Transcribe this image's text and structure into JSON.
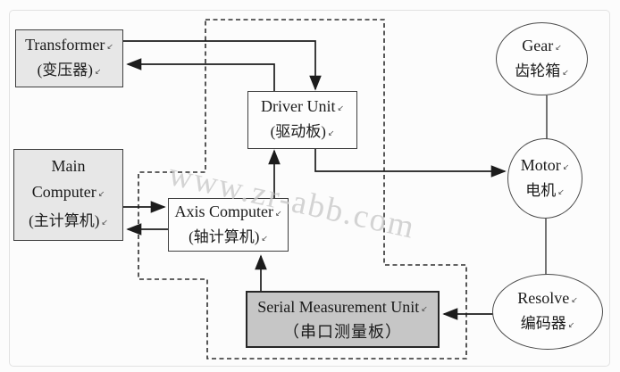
{
  "watermark": "www.zr-abb.com",
  "return_mark": "↙",
  "nodes": {
    "transformer": {
      "en": "Transformer",
      "cn": "(变压器)"
    },
    "main_computer": {
      "l1": "Main",
      "l2": "Computer",
      "cn": "(主计算机)"
    },
    "axis_computer": {
      "en": "Axis Computer",
      "cn": "(轴计算机)"
    },
    "driver_unit": {
      "en": "Driver Unit",
      "cn": "(驱动板)"
    },
    "serial_measurement_unit": {
      "en": "Serial Measurement Unit",
      "cn": "（串口测量板）"
    },
    "gear": {
      "en": "Gear",
      "cn": "齿轮箱"
    },
    "motor": {
      "en": "Motor",
      "cn": "电机"
    },
    "resolve": {
      "en": "Resolve",
      "cn": "编码器"
    }
  },
  "colors": {
    "box_fill": "#e7e7e7",
    "smu_fill": "#c6c6c6",
    "line": "#1c1c1c",
    "dashed_boundary": "#2e2e2e",
    "watermark": "#c9c9c9"
  },
  "connections": [
    {
      "from": "Transformer",
      "to": "Driver Unit",
      "type": "arrow"
    },
    {
      "from": "Driver Unit",
      "to": "Transformer",
      "type": "arrow"
    },
    {
      "from": "Driver Unit",
      "to": "Motor",
      "type": "arrow"
    },
    {
      "from": "Axis Computer",
      "to": "Driver Unit",
      "type": "arrow"
    },
    {
      "from": "Main Computer",
      "to": "Axis Computer",
      "type": "arrow"
    },
    {
      "from": "Axis Computer",
      "to": "Main Computer",
      "type": "arrow"
    },
    {
      "from": "Serial Measurement Unit",
      "to": "Axis Computer",
      "type": "arrow"
    },
    {
      "from": "Resolve",
      "to": "Serial Measurement Unit",
      "type": "arrow"
    },
    {
      "from": "Gear",
      "to": "Motor",
      "type": "line"
    },
    {
      "from": "Motor",
      "to": "Resolve",
      "type": "line"
    }
  ]
}
